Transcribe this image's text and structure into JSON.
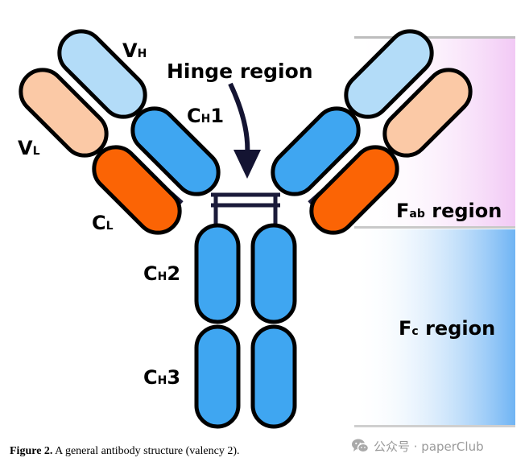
{
  "diagram": {
    "labels": {
      "hinge": "Hinge region",
      "vh_main": "V",
      "vh_sub": "H",
      "vl_main": "V",
      "vl_sub": "L",
      "ch1_main": "C",
      "ch1_sub": "H",
      "ch1_suffix": "1",
      "cl_main": "C",
      "cl_sub": "L",
      "ch2_main": "C",
      "ch2_sub": "H",
      "ch2_suffix": "2",
      "ch3_main": "C",
      "ch3_sub": "H",
      "ch3_suffix": "3",
      "fab_main": "F",
      "fab_sub": "ab",
      "fab_suffix": " region",
      "fc_main": "F",
      "fc_sub": "c",
      "fc_suffix": " region"
    },
    "colors": {
      "vh": "#b3dcf8",
      "vl": "#fbc9a6",
      "ch": "#3fa6f1",
      "cl": "#fb6405",
      "outline": "#000000",
      "hinge_bond": "#1b1b3a",
      "fab_band": "#f2c9f5",
      "fc_band": "#6fb4f4"
    }
  },
  "caption": {
    "figure_label": "Figure 2.",
    "text": " A general antibody structure (valency 2)."
  },
  "watermark": {
    "text": "公众号 · paperClub",
    "icon": "wechat-icon"
  }
}
